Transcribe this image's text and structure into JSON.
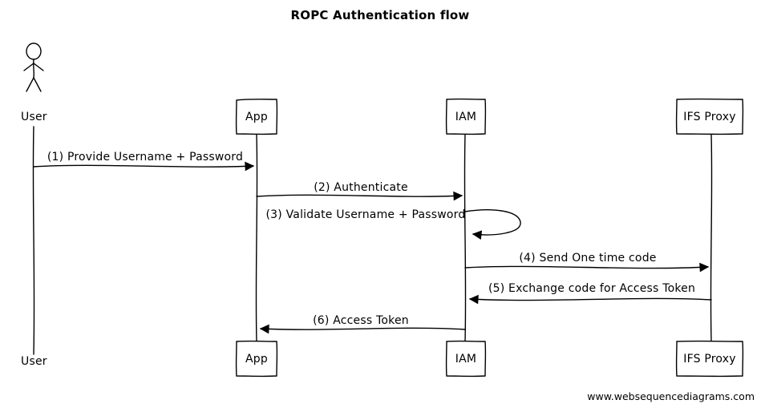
{
  "title": "ROPC Authentication flow",
  "actors": [
    {
      "name": "User",
      "type": "actor"
    },
    {
      "name": "App",
      "type": "participant"
    },
    {
      "name": "IAM",
      "type": "participant"
    },
    {
      "name": "IFS Proxy",
      "type": "participant"
    }
  ],
  "messages": [
    {
      "label": "(1) Provide Username + Password",
      "from": "User",
      "to": "App"
    },
    {
      "label": "(2) Authenticate",
      "from": "App",
      "to": "IAM"
    },
    {
      "label": "(3) Validate Username + Password",
      "from": "IAM",
      "to": "IAM"
    },
    {
      "label": "(4) Send One time code",
      "from": "IAM",
      "to": "IFS Proxy"
    },
    {
      "label": "(5) Exchange code for Access Token",
      "from": "IFS Proxy",
      "to": "IAM"
    },
    {
      "label": "(6) Access Token",
      "from": "IAM",
      "to": "App"
    }
  ],
  "footer": "www.websequencediagrams.com",
  "colors": {
    "line": "#000000",
    "background": "#ffffff"
  }
}
